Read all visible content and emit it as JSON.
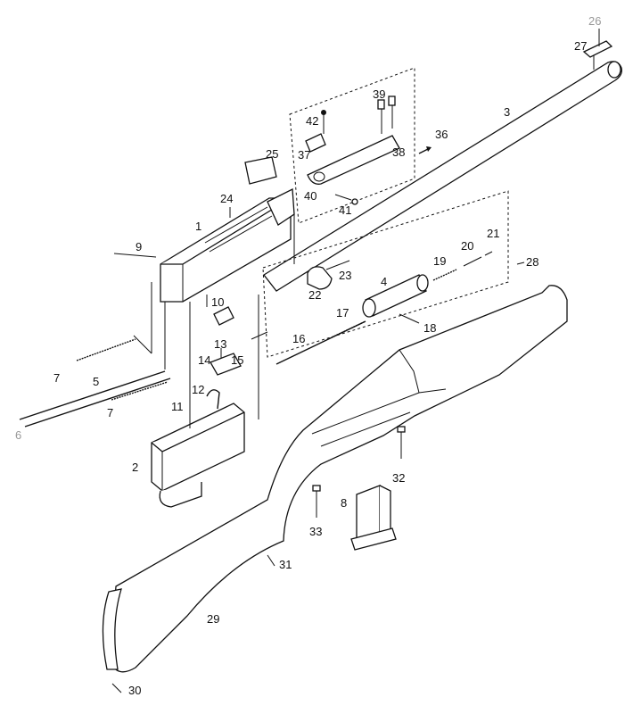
{
  "diagram": {
    "labels": [
      {
        "id": "26",
        "text": "26"
      },
      {
        "id": "27",
        "text": "27"
      },
      {
        "id": "3",
        "text": "3"
      },
      {
        "id": "39",
        "text": "39"
      },
      {
        "id": "42",
        "text": "42"
      },
      {
        "id": "36",
        "text": "36"
      },
      {
        "id": "37",
        "text": "37"
      },
      {
        "id": "38",
        "text": "38"
      },
      {
        "id": "25",
        "text": "25"
      },
      {
        "id": "40",
        "text": "40"
      },
      {
        "id": "41",
        "text": "41"
      },
      {
        "id": "24",
        "text": "24"
      },
      {
        "id": "1",
        "text": "1"
      },
      {
        "id": "9",
        "text": "9"
      },
      {
        "id": "21",
        "text": "21"
      },
      {
        "id": "20",
        "text": "20"
      },
      {
        "id": "19",
        "text": "19"
      },
      {
        "id": "28",
        "text": "28"
      },
      {
        "id": "23",
        "text": "23"
      },
      {
        "id": "22",
        "text": "22"
      },
      {
        "id": "4",
        "text": "4"
      },
      {
        "id": "10",
        "text": "10"
      },
      {
        "id": "17",
        "text": "17"
      },
      {
        "id": "18",
        "text": "18"
      },
      {
        "id": "16",
        "text": "16"
      },
      {
        "id": "13",
        "text": "13"
      },
      {
        "id": "14",
        "text": "14"
      },
      {
        "id": "15",
        "text": "15"
      },
      {
        "id": "7a",
        "text": "7"
      },
      {
        "id": "5",
        "text": "5"
      },
      {
        "id": "12",
        "text": "12"
      },
      {
        "id": "7b",
        "text": "7"
      },
      {
        "id": "6",
        "text": "6"
      },
      {
        "id": "11",
        "text": "11"
      },
      {
        "id": "2",
        "text": "2"
      },
      {
        "id": "32",
        "text": "32"
      },
      {
        "id": "8",
        "text": "8"
      },
      {
        "id": "33",
        "text": "33"
      },
      {
        "id": "31",
        "text": "31"
      },
      {
        "id": "29",
        "text": "29"
      },
      {
        "id": "30",
        "text": "30"
      }
    ]
  }
}
